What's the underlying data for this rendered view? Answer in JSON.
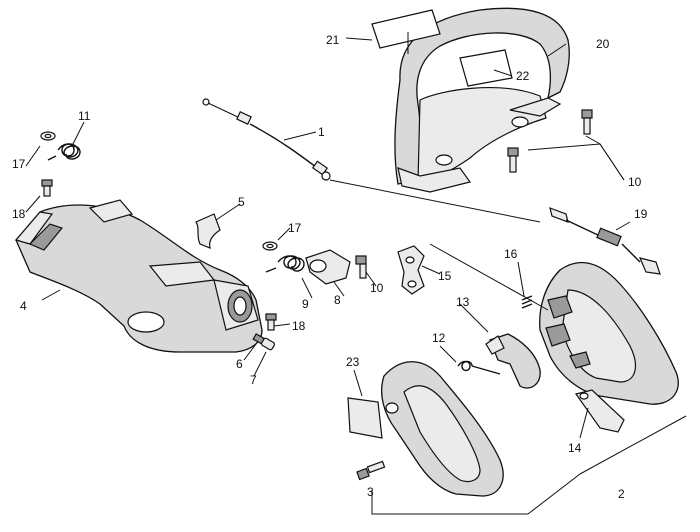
{
  "callouts": {
    "c1": "1",
    "c2": "2",
    "c3": "3",
    "c4": "4",
    "c5": "5",
    "c6": "6",
    "c7": "7",
    "c8": "8",
    "c9": "9",
    "c10a": "10",
    "c10b": "10",
    "c11": "11",
    "c12": "12",
    "c13": "13",
    "c14": "14",
    "c15": "15",
    "c16": "16",
    "c17a": "17",
    "c17b": "17",
    "c18a": "18",
    "c18b": "18",
    "c19": "19",
    "c20": "20",
    "c21": "21",
    "c22": "22",
    "c23": "23"
  }
}
